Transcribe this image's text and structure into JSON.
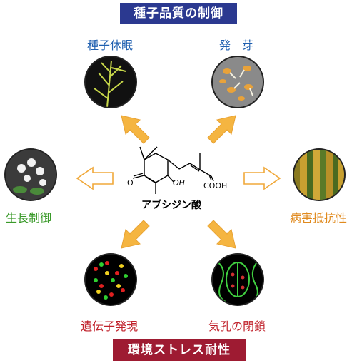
{
  "banner_top": "種子品質の制御",
  "banner_bottom": "環境ストレス耐性",
  "center_compound": "アブシジン酸",
  "structure_labels": {
    "oh": "OH",
    "cooh": "COOH",
    "o": "O"
  },
  "effects": {
    "seed_dormancy": {
      "label": "種子休眠",
      "color": "#2060b0"
    },
    "germination": {
      "label": "発　芽",
      "color": "#2060b0"
    },
    "growth_control": {
      "label": "生長制御",
      "color": "#3a9a2a"
    },
    "disease_resistance": {
      "label": "病害抵抗性",
      "color": "#e08a1e"
    },
    "gene_expression": {
      "label": "遺伝子発現",
      "color": "#c0202a"
    },
    "stomatal_closure": {
      "label": "気孔の閉鎖",
      "color": "#c0202a"
    }
  },
  "colors": {
    "arrow_fill": "#f5b541",
    "arrow_stroke": "#e8a233"
  }
}
